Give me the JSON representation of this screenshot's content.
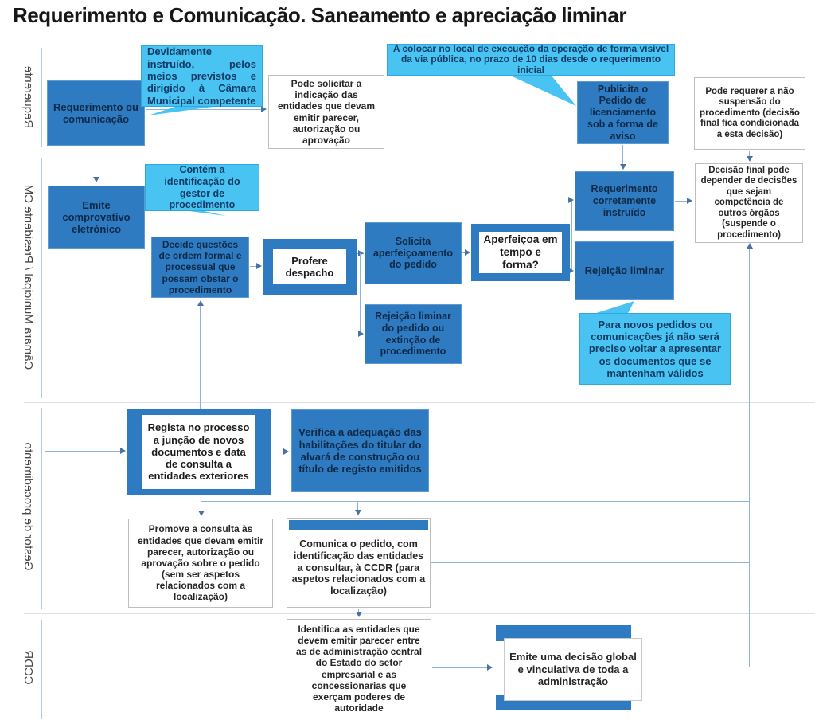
{
  "title": "Requerimento e Comunicação. Saneamento e apreciação liminar",
  "lanes": [
    {
      "label": "Requerente"
    },
    {
      "label": "Câmara Municipal / Presidente CM"
    },
    {
      "label": "Gestor de procedimento"
    },
    {
      "label": "CCDR"
    }
  ],
  "nodes": {
    "requerimento": {
      "text": "Requerimento ou comunicação"
    },
    "devidamente": {
      "text": "Devidamente instruído, pelos meios previstos e dirigido à Câmara Municipal competente"
    },
    "pode_solicitar": {
      "text": "Pode solicitar a indicação das entidades que devam emitir parecer, autorização ou aprovação"
    },
    "a_colocar": {
      "text": "A colocar no local de execução da operação de forma visível da via pública, no prazo de 10 dias desde o requerimento inicial"
    },
    "publicita": {
      "text": "Publicita o Pedido de licenciamento sob a forma de aviso"
    },
    "pode_requerer": {
      "text": "Pode requerer a não suspensão do procedimento (decisão final fica condicionada a esta decisão)"
    },
    "emite_comprovativo": {
      "text": "Emite comprovativo eletrónico"
    },
    "contem": {
      "text": "Contém a identificação do gestor de procedimento"
    },
    "decide": {
      "text": "Decide questões de ordem formal e processual que possam obstar o procedimento"
    },
    "profere": {
      "text": "Profere despacho"
    },
    "solicita": {
      "text": "Solicita aperfeiçoamento do pedido"
    },
    "aperfeicoa": {
      "text": "Aperfeiçoa em tempo e forma?"
    },
    "rejeicao_pedido": {
      "text": "Rejeição liminar do pedido ou extinção de procedimento"
    },
    "req_instruido": {
      "text": "Requerimento corretamente instruído"
    },
    "rejeicao_liminar": {
      "text": "Rejeição liminar"
    },
    "para_novos": {
      "text": "Para novos pedidos ou comunicações já não será preciso voltar a apresentar os documentos que se mantenham válidos"
    },
    "decisao_final": {
      "text": "Decisão final pode depender de decisões que sejam competência de outros órgãos (suspende o procedimento)"
    },
    "regista": {
      "text": "Regista no processo a junção de novos documentos e data de consulta a entidades exteriores"
    },
    "verifica": {
      "text": "Verifica a adequação das habilitações do titular do alvará de construção ou título de registo emitidos"
    },
    "promove": {
      "text": "Promove a consulta às entidades que devam emitir parecer, autorização ou aprovação sobre o pedido (sem ser aspetos relacionados com a localização)"
    },
    "comunica": {
      "text": "Comunica o pedido, com identificação das entidades a consultar, à CCDR (para aspetos relacionados com a localização)"
    },
    "identifica": {
      "text": "Identifica as entidades que devem emitir parecer entre as de administração central do Estado do setor empresarial e as concessionarias que exerçam poderes de autoridade"
    },
    "emite_decisao": {
      "text": "Emite uma decisão global e vinculativa de toda a administração"
    }
  },
  "colors": {
    "box_blue": "#2F7BC1",
    "callout_blue": "#49C3F2",
    "connector_line": "#8FB3DC",
    "arrowhead": "#4573A8",
    "white_box_border": "#BFBFBF"
  }
}
